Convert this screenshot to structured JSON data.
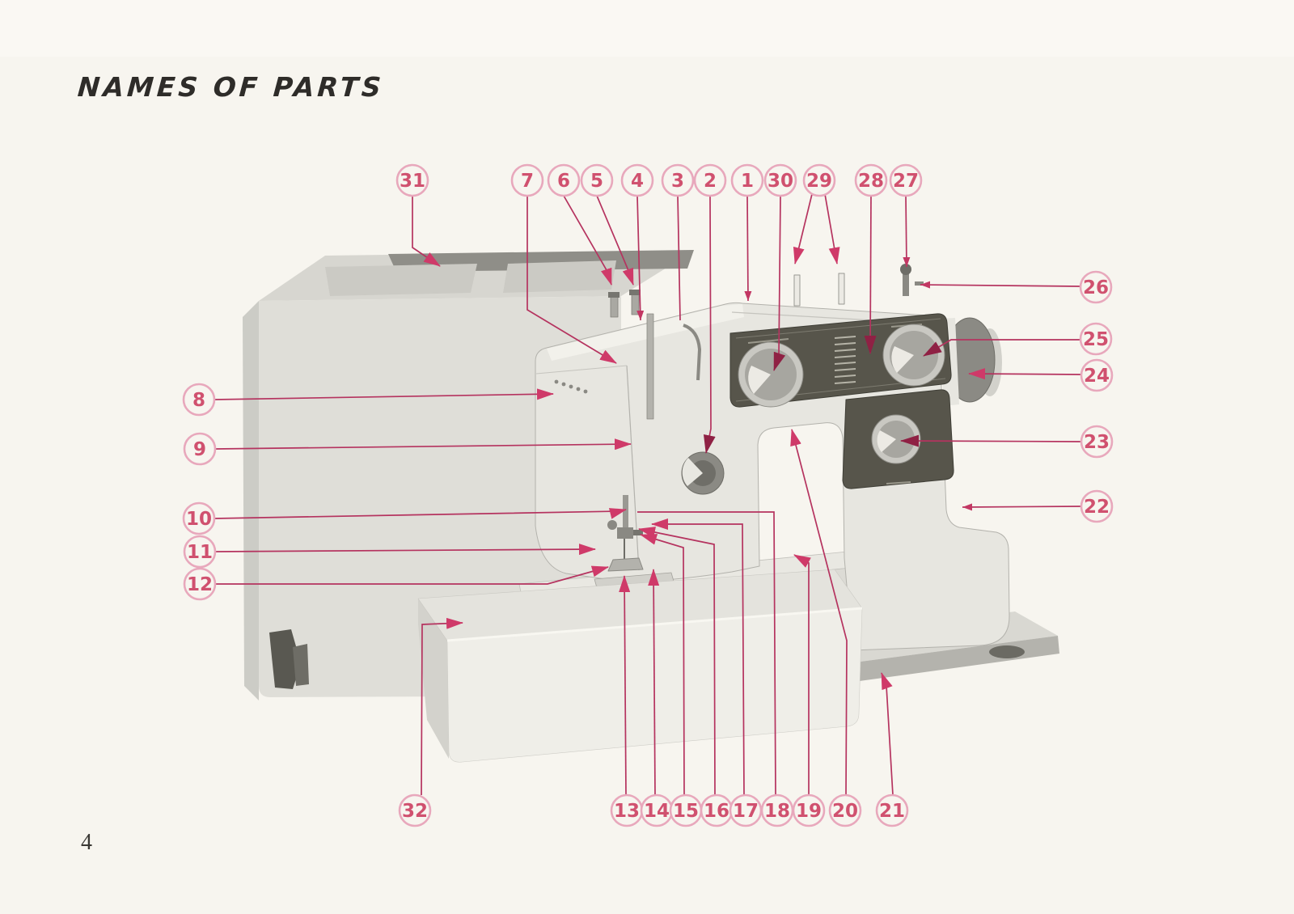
{
  "page": {
    "title": "NAMES OF PARTS",
    "page_number": "4"
  },
  "colors": {
    "paper": "#f7f5ef",
    "accent_pink_line": "#b5335f",
    "callout_ring": "#e8a8bc",
    "callout_number": "#d0516f",
    "dark_arrow": "#8f2144",
    "panel_dark": "#57554b",
    "machine_body": "#e7e6e0"
  },
  "diagram": {
    "description": "Sewing machine front view with numbered part callouts",
    "callouts": [
      {
        "label": "1"
      },
      {
        "label": "2"
      },
      {
        "label": "3"
      },
      {
        "label": "4"
      },
      {
        "label": "5"
      },
      {
        "label": "6"
      },
      {
        "label": "7"
      },
      {
        "label": "8"
      },
      {
        "label": "9"
      },
      {
        "label": "10"
      },
      {
        "label": "11"
      },
      {
        "label": "12"
      },
      {
        "label": "13"
      },
      {
        "label": "14"
      },
      {
        "label": "15"
      },
      {
        "label": "16"
      },
      {
        "label": "17"
      },
      {
        "label": "18"
      },
      {
        "label": "19"
      },
      {
        "label": "20"
      },
      {
        "label": "21"
      },
      {
        "label": "22"
      },
      {
        "label": "23"
      },
      {
        "label": "24"
      },
      {
        "label": "25"
      },
      {
        "label": "26"
      },
      {
        "label": "27"
      },
      {
        "label": "28"
      },
      {
        "label": "29"
      },
      {
        "label": "30"
      },
      {
        "label": "31"
      },
      {
        "label": "32"
      }
    ]
  }
}
